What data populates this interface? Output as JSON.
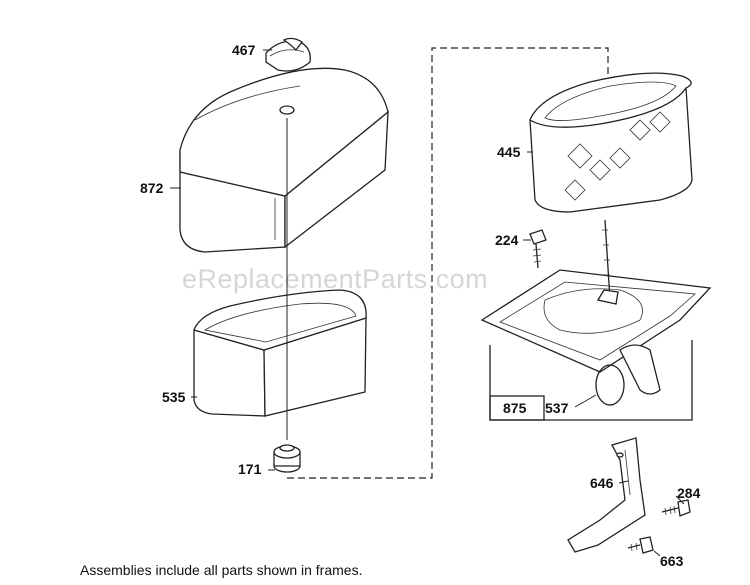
{
  "parts": {
    "p467": "467",
    "p872": "872",
    "p535": "535",
    "p171": "171",
    "p445": "445",
    "p224": "224",
    "p875": "875",
    "p537": "537",
    "p646": "646",
    "p284": "284",
    "p663": "663"
  },
  "watermark": "eReplacementParts.com",
  "footnote": "Assemblies include all parts shown in frames."
}
